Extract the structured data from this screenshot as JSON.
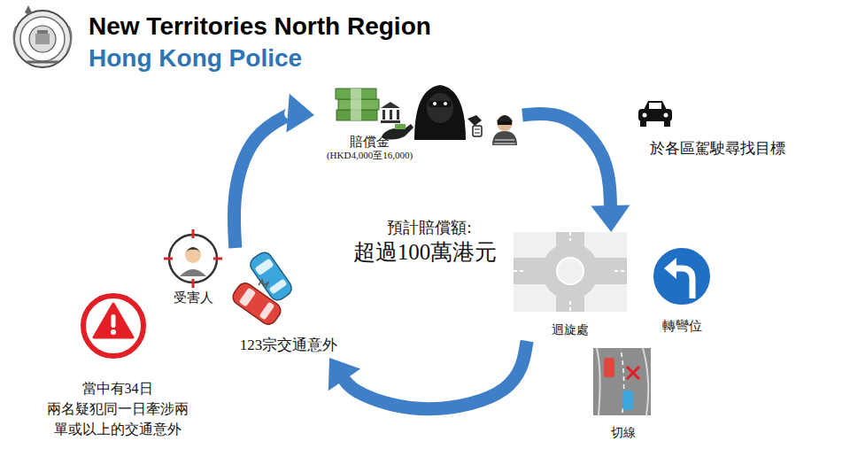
{
  "diagram": {
    "title": "New Territories North Region",
    "nodes": [
      {
        "text": [
          "賠償金",
          "(HKD4,000至16,000)"
        ]
      },
      {
        "text": [
          "於各區駕駛尋找目標"
        ]
      },
      {
        "text": [
          "迴旋處"
        ]
      },
      {
        "text": [
          "轉彎位"
        ]
      },
      {
        "text": [
          "切線"
        ]
      },
      {
        "text": [
          "123宗交通意外"
        ]
      },
      {
        "text": [
          "受害人"
        ]
      },
      {
        "text": [
          "當中有34日 兩名疑犯同一日牽涉兩 單或以上的交通意外"
        ]
      }
    ],
    "edges": [
      {
        "from": 5,
        "to": 0,
        "arrow": "to"
      },
      {
        "from": 0,
        "to": 2,
        "arrow": "to"
      },
      {
        "from": 2,
        "to": 5,
        "arrow": "to"
      }
    ],
    "labels": [
      "Hong Kong Police",
      "預計賠償額:",
      "超過100萬港元"
    ]
  }
}
